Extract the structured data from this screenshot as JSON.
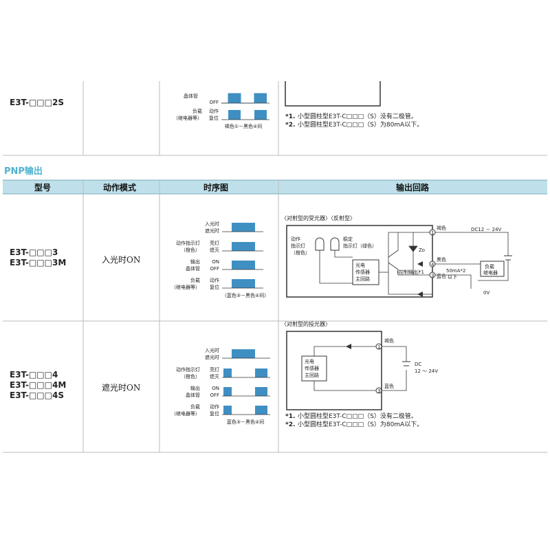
{
  "colors": {
    "accent": "#4fb3cf",
    "header_bg": "#bfe0ea",
    "pulse": "#3f8fc2"
  },
  "npn_tail": {
    "model": "E3T-□□□2S",
    "timing": {
      "transistor_label": "晶体管",
      "off": "OFF",
      "load_label": "负载",
      "relay_label": "（继电器等）",
      "act": "动作",
      "reset": "复位",
      "note": "褐色①－黑色④间"
    },
    "notes": [
      {
        "mark": "*1.",
        "text": "小型圆柱型E3T-C□□□（S）没有二极管。"
      },
      {
        "mark": "*2.",
        "text": "小型圆柱型E3T-C□□□（S）为80mA以下。"
      }
    ]
  },
  "section_title": "PNP输出",
  "headers": {
    "model": "型号",
    "mode": "动作模式",
    "timing": "时序图",
    "circuit": "输出回路"
  },
  "rows": [
    {
      "models": [
        "E3T-□□□3",
        "E3T-□□□3M"
      ],
      "mode": "入光时ON",
      "timing": {
        "light_on": "入光时",
        "light_off": "遮光时",
        "indicator": "动作指示灯",
        "indicator_color": "（橙色）",
        "lit": "亮灯",
        "unlit": "熄灭",
        "output": "输出",
        "transistor": "晶体管",
        "on": "ON",
        "off": "OFF",
        "load": "负载",
        "relay": "（继电器等）",
        "act": "动作",
        "reset": "复位",
        "note": "（蓝色③－黑色④间）"
      },
      "circuit": {
        "title": "〈对射型的受光器〉〈反射型〉",
        "indicator": [
          "动作",
          "指示灯",
          "（橙色）"
        ],
        "stable": [
          "稳定",
          "指示灯（绿色）"
        ],
        "main": [
          "光电",
          "传感器",
          "主回路"
        ],
        "control_out": "（控制输出）",
        "star1": "*1",
        "zd": "Zᴅ",
        "brown": "褐色",
        "black": "黑色",
        "blue": "蓝色",
        "dc": "DC12 － 24V",
        "current": "50mA*2",
        "below": "以下",
        "load": "负载",
        "relay": "继电器",
        "zero": "0V",
        "pin1": "1",
        "pin4": "4",
        "pin3": "3"
      }
    },
    {
      "models": [
        "E3T-□□□4",
        "E3T-□□□4M",
        "E3T-□□□4S"
      ],
      "mode": "遮光时ON",
      "timing": {
        "light_on": "入光时",
        "light_off": "遮光时",
        "indicator": "动作指示灯",
        "indicator_color": "（橙色）",
        "lit": "亮灯",
        "unlit": "熄灭",
        "output": "输出",
        "transistor": "晶体管",
        "on": "ON",
        "off": "OFF",
        "load": "负载",
        "relay": "（继电器等）",
        "act": "动作",
        "reset": "复位",
        "note": "蓝色③－黑色④间"
      },
      "circuit": {
        "title": "〈对射型的投光器〉",
        "main": [
          "光电",
          "传感器",
          "主回路"
        ],
        "brown": "褐色",
        "blue": "蓝色",
        "dc": "DC",
        "dc_range": "12 ～ 24V",
        "pin1": "1",
        "pin3": "3",
        "notes": [
          {
            "mark": "*1.",
            "text": "小型圆柱型E3T-C□□□（S）没有二极管。"
          },
          {
            "mark": "*2.",
            "text": "小型圆柱型E3T-C□□□（S）为80mA以下。"
          }
        ]
      }
    }
  ]
}
